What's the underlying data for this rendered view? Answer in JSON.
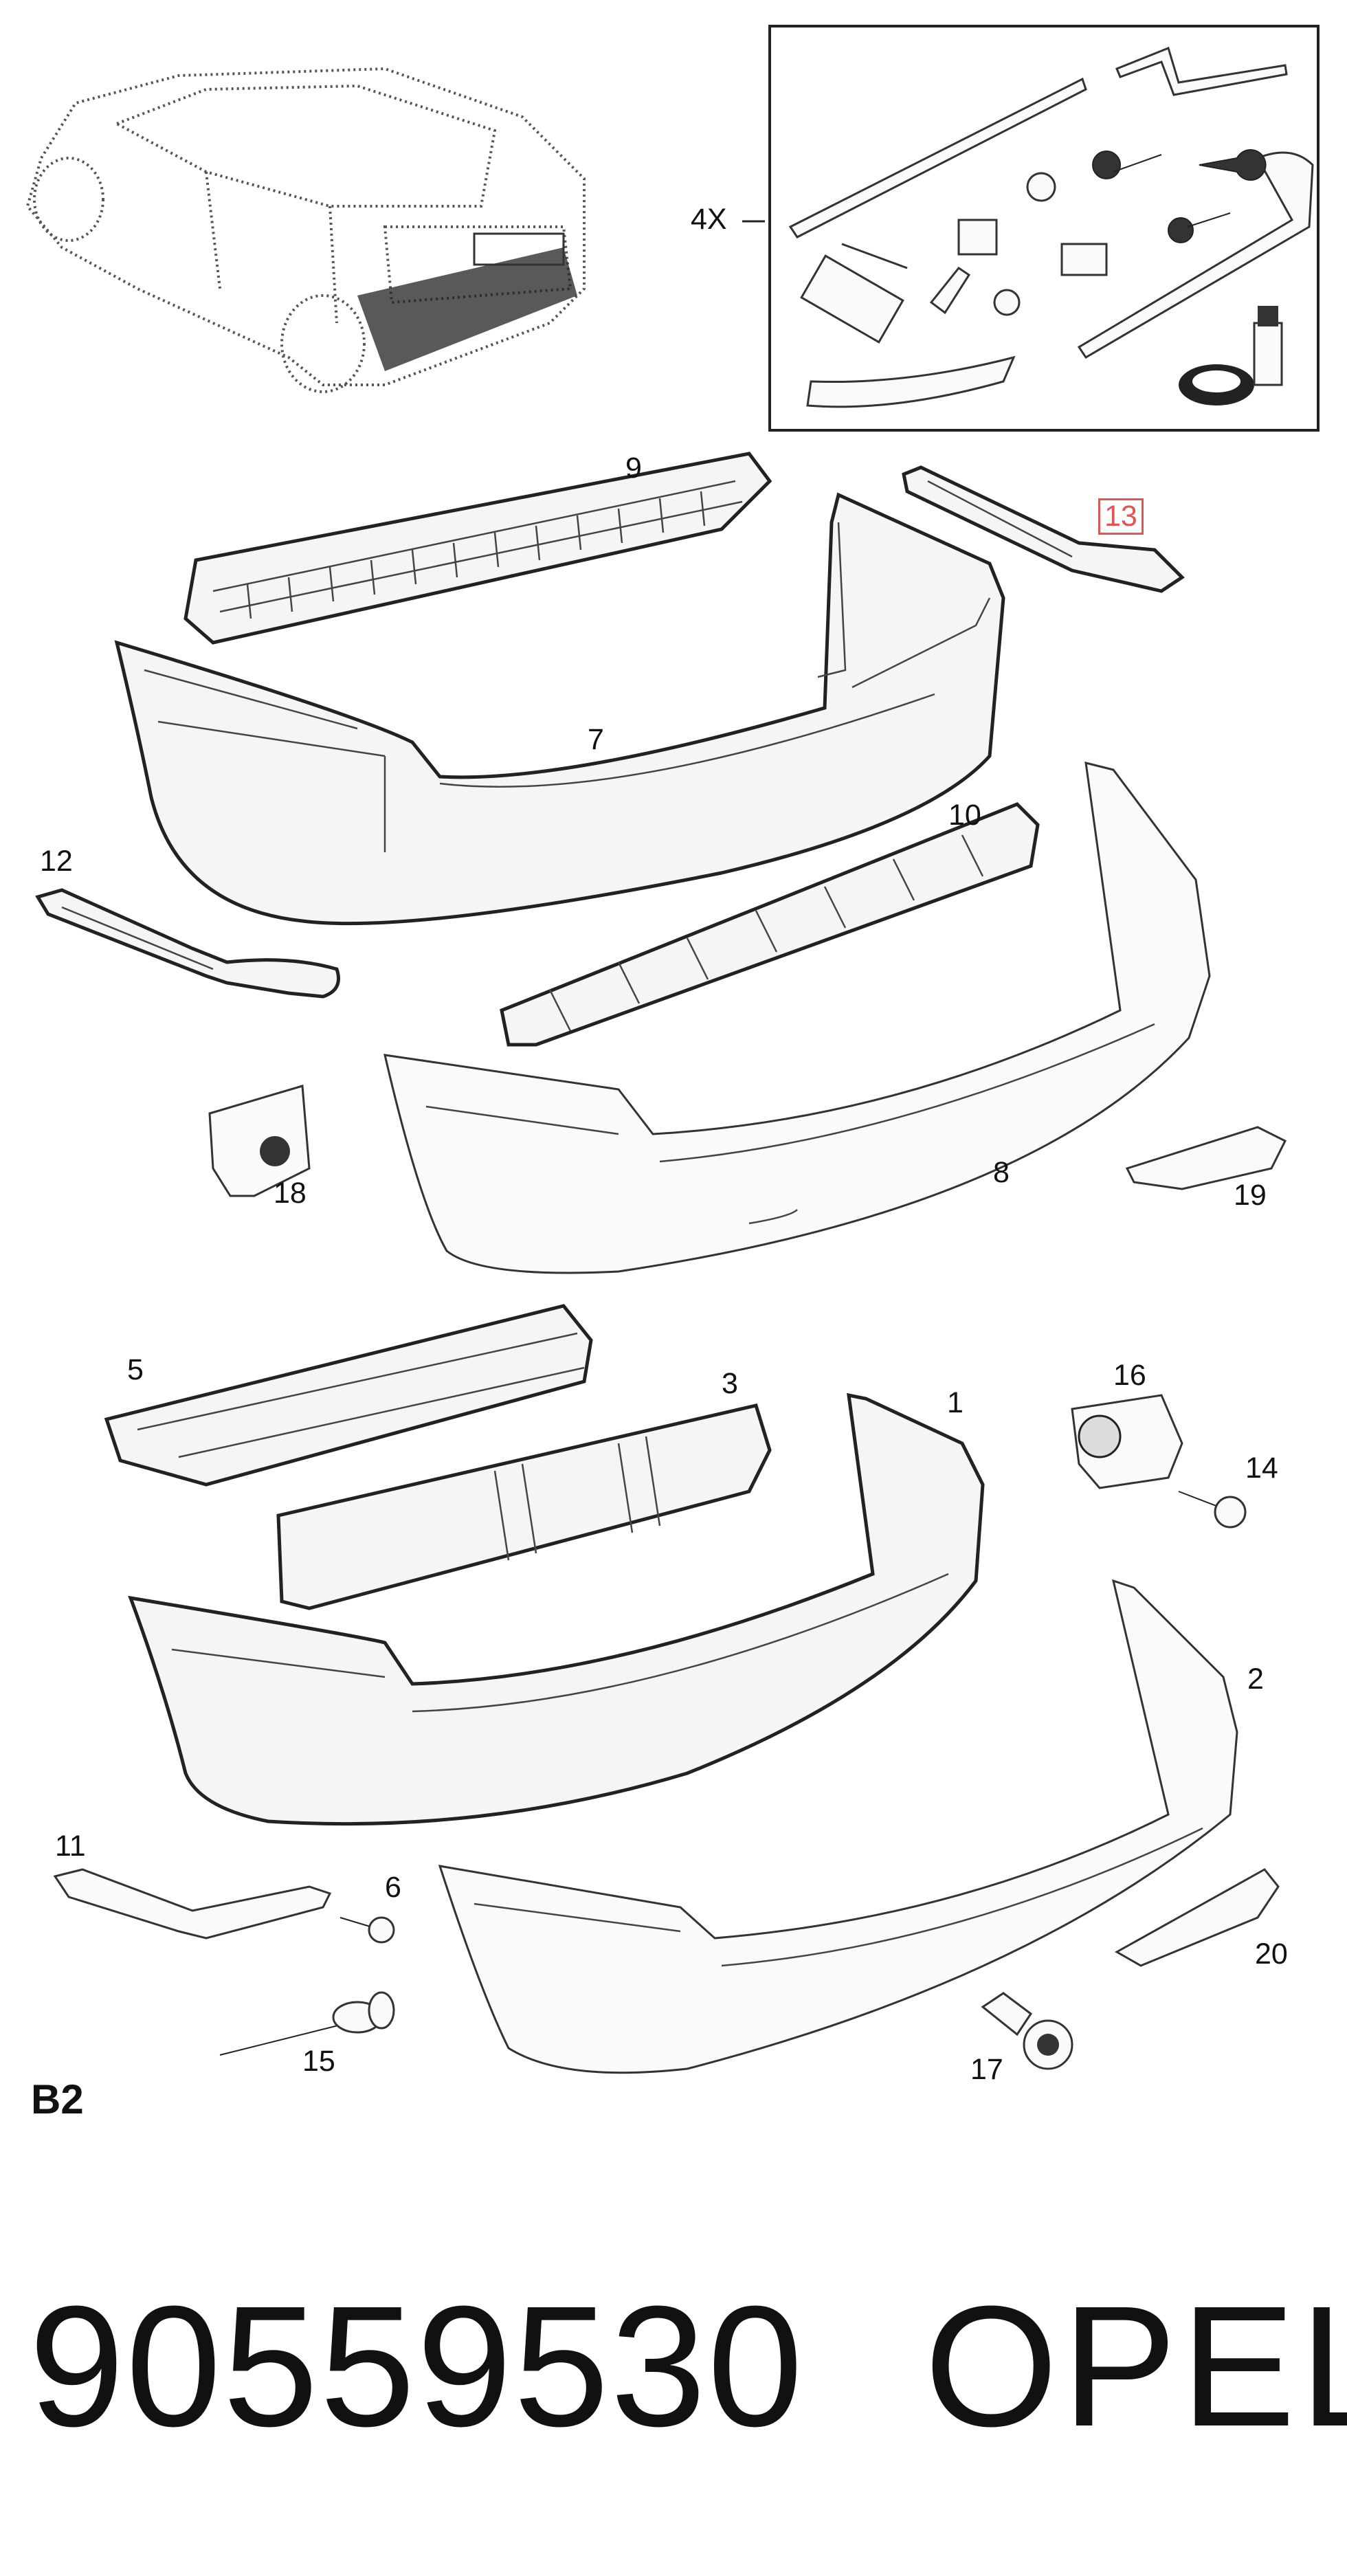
{
  "section_code": "B2",
  "kit_quantity_label": "4X",
  "labels": {
    "p1": "1",
    "p2": "2",
    "p3": "3",
    "p5": "5",
    "p6": "6",
    "p7": "7",
    "p8": "8",
    "p9": "9",
    "p10": "10",
    "p11": "11",
    "p12": "12",
    "p13": "13",
    "p14": "14",
    "p15": "15",
    "p16": "16",
    "p17": "17",
    "p18": "18",
    "p19": "19",
    "p20": "20"
  },
  "highlighted_label": "13",
  "highlight_color": "#e05555",
  "part_number": "90559530",
  "brand": "OPEL"
}
